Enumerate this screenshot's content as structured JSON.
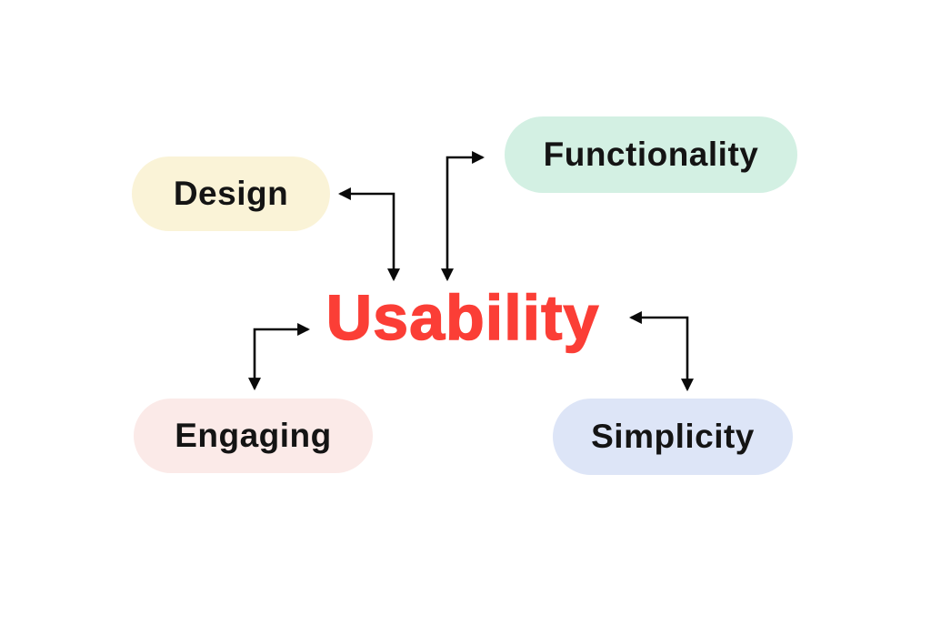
{
  "diagram": {
    "title": "Usability",
    "type": "concept-map",
    "center": {
      "label": "Usability",
      "color": "#FB3E36"
    },
    "nodes": [
      {
        "id": "design",
        "label": "Design",
        "fill": "#FAF3D7"
      },
      {
        "id": "functionality",
        "label": "Functionality",
        "fill": "#D3F0E3"
      },
      {
        "id": "engaging",
        "label": "Engaging",
        "fill": "#FBEAE8"
      },
      {
        "id": "simplicity",
        "label": "Simplicity",
        "fill": "#DDE5F7"
      }
    ],
    "connections": [
      {
        "from": "Usability",
        "to": "Design",
        "style": "elbow-arrow",
        "direction": "bidirectional"
      },
      {
        "from": "Usability",
        "to": "Functionality",
        "style": "elbow-arrow",
        "direction": "bidirectional"
      },
      {
        "from": "Usability",
        "to": "Engaging",
        "style": "elbow-arrow",
        "direction": "bidirectional"
      },
      {
        "from": "Usability",
        "to": "Simplicity",
        "style": "elbow-arrow",
        "direction": "bidirectional"
      }
    ],
    "node_text_color": "#141414",
    "arrow_color": "#0A0A0A",
    "background": "#FFFFFF"
  }
}
